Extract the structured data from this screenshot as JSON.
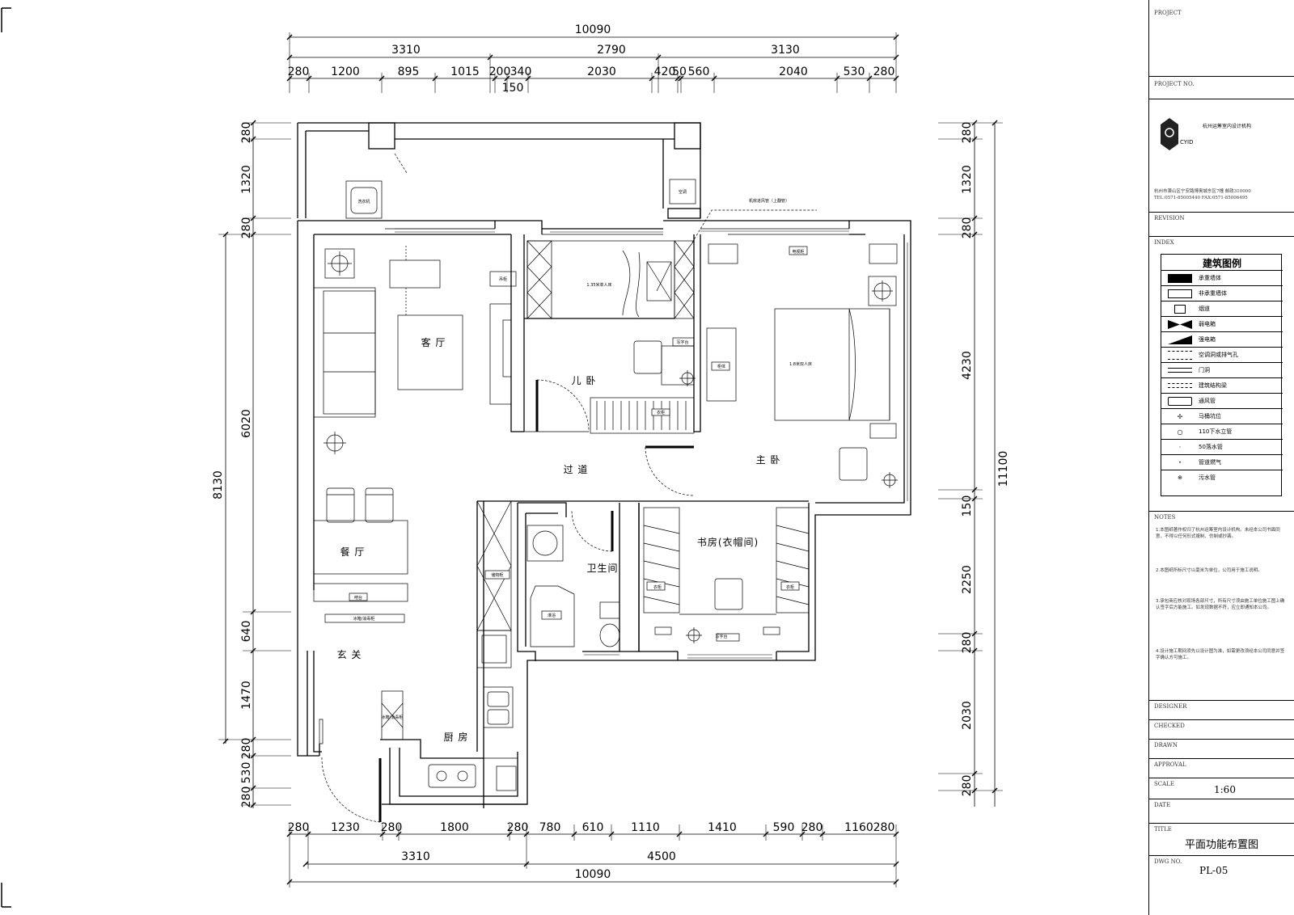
{
  "dims": {
    "top_total": "10090",
    "top_mid": [
      "3310",
      "2790",
      "3130"
    ],
    "top_detail": [
      "280",
      "1200",
      "895",
      "1015",
      "200",
      "340",
      "2030",
      "420",
      "50",
      "560",
      "2040",
      "530",
      "280"
    ],
    "top_extra": "150",
    "bottom_detail": [
      "280",
      "1230",
      "280",
      "1800",
      "280",
      "780",
      "610",
      "1110",
      "1410",
      "590",
      "280",
      "1160",
      "280"
    ],
    "bottom_mid": [
      "3310",
      "4500"
    ],
    "bottom_total": "10090",
    "left_detail": [
      "280",
      "1320",
      "280",
      "6020",
      "640",
      "1470",
      "280",
      "530",
      "280"
    ],
    "left_total": "8130",
    "right_detail": [
      "280",
      "1320",
      "280",
      "4230",
      "150",
      "2250",
      "280",
      "2030",
      "280"
    ],
    "right_total": "11100"
  },
  "rooms": {
    "living": "客  厅",
    "child": "儿  卧",
    "corridor": "过  道",
    "master": "主  卧",
    "study": "书房(衣帽间)",
    "bath": "卫生间",
    "dining": "餐  厅",
    "entry": "玄  关",
    "kitchen": "厨  房"
  },
  "labels": {
    "washer": "洗衣机",
    "ac1": "空调",
    "exhaust": "机房进风管（上翻管）",
    "child_bed": "1.35米单人床",
    "master_bed": "1.8米双人床",
    "desk": "写字台",
    "shoe": "鞋柜",
    "counter": "吧台",
    "fridge": "冰箱/消毒柜",
    "wardrobe": "衣柜",
    "tv": "电视柜",
    "shower": "淋浴",
    "storage": "储物柜",
    "cabinet": "吊柜",
    "stand": "柜体"
  },
  "titleblock": {
    "project": "PROJECT",
    "project_no": "PROJECT NO.",
    "company": "杭州运筹室内设计机构",
    "logo": "CYID",
    "address": "杭州市萧山区宁安路博奥城东区7幢 邮政310000",
    "tel": "TEL:0571-85005440        FAX:0571-85006495",
    "revision": "REVISION",
    "index": "INDEX",
    "legend_title": "建筑图例",
    "legend": [
      "承重墙体",
      "非承重墙体",
      "烟道",
      "弱电箱",
      "强电箱",
      "空调洞或排气孔",
      "门洞",
      "建筑结构梁",
      "通风管",
      "马桶坑位",
      "110下水立管",
      "50落水管",
      "管道燃气",
      "污水管"
    ],
    "notes_head": "NOTES",
    "notes": [
      "1.本图纸著作权归了杭州运筹室内设计机构。未经本公司书面同意，不得以任何形式複制、仿制或抄袭。",
      "2.本图纸所标尺寸以毫米为单位，公司用于施工说明。",
      "3.承包商应核对现场各部尺寸，所有尺寸须由施工单位施工图上确认签字后方能施工。如发现数据不符，应立即通知本公司。",
      "4.设计施工期间须先以设计图为准，如需更改须经本公司同意并签字确认方可施工。"
    ],
    "designer": "DESIGNER",
    "checked": "CHECKED",
    "drawn": "DRAWN",
    "approval": "APPROVAL",
    "scale_label": "SCALE",
    "scale": "1:60",
    "date": "DATE",
    "title_label": "TITLE",
    "title": "平面功能布置图",
    "dwg_label": "DWG NO.",
    "dwg": "PL-05"
  }
}
